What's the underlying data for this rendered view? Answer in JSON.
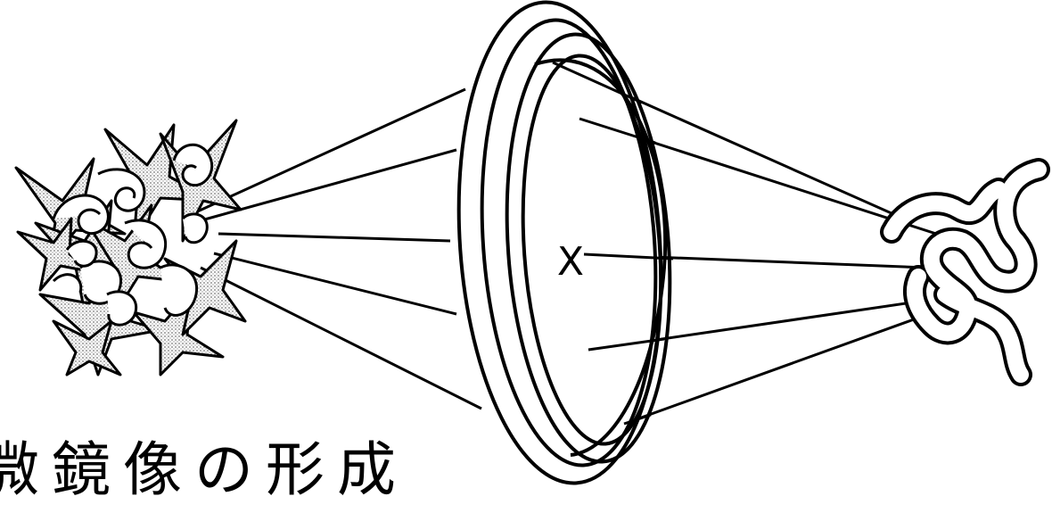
{
  "diagram": {
    "caption": "微鏡像の形成",
    "center_mark": "X",
    "colors": {
      "ink": "#000000",
      "paper": "#ffffff",
      "stipple": "#b8b8b8"
    },
    "elements": [
      "object-cluster",
      "lens",
      "image-coil",
      "ray-lines"
    ]
  }
}
